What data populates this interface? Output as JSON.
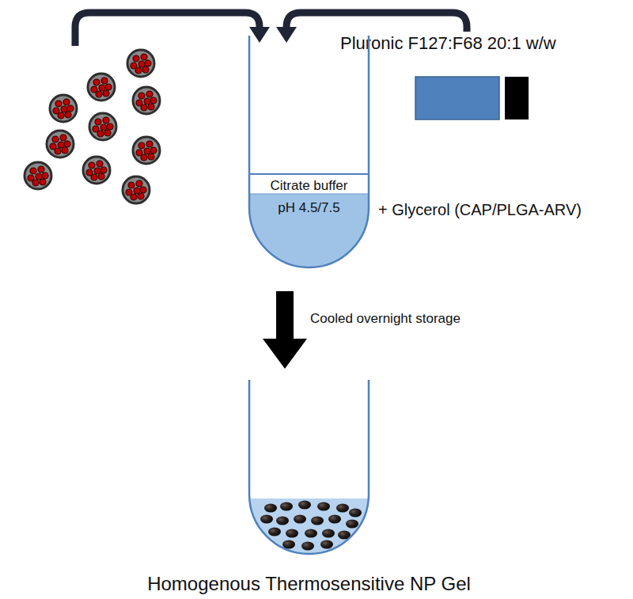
{
  "diagram": {
    "nodes": [
      {
        "text": [
          "Pluronic F127:F68 20:1 w/w"
        ]
      },
      {
        "text": [
          "Citrate buffer",
          "pH 4.5/7.5"
        ]
      },
      {
        "text": [
          "Homogenous Thermosensitive NP Gel"
        ]
      }
    ],
    "edges": [
      {
        "from": 0,
        "to": 1,
        "arrow": "to"
      },
      {
        "from": 1,
        "to": 2,
        "arrow": "to",
        "label": "Cooled overnight storage"
      }
    ],
    "labels": [
      "+ Glycerol (CAP/PLGA-ARV)"
    ]
  }
}
